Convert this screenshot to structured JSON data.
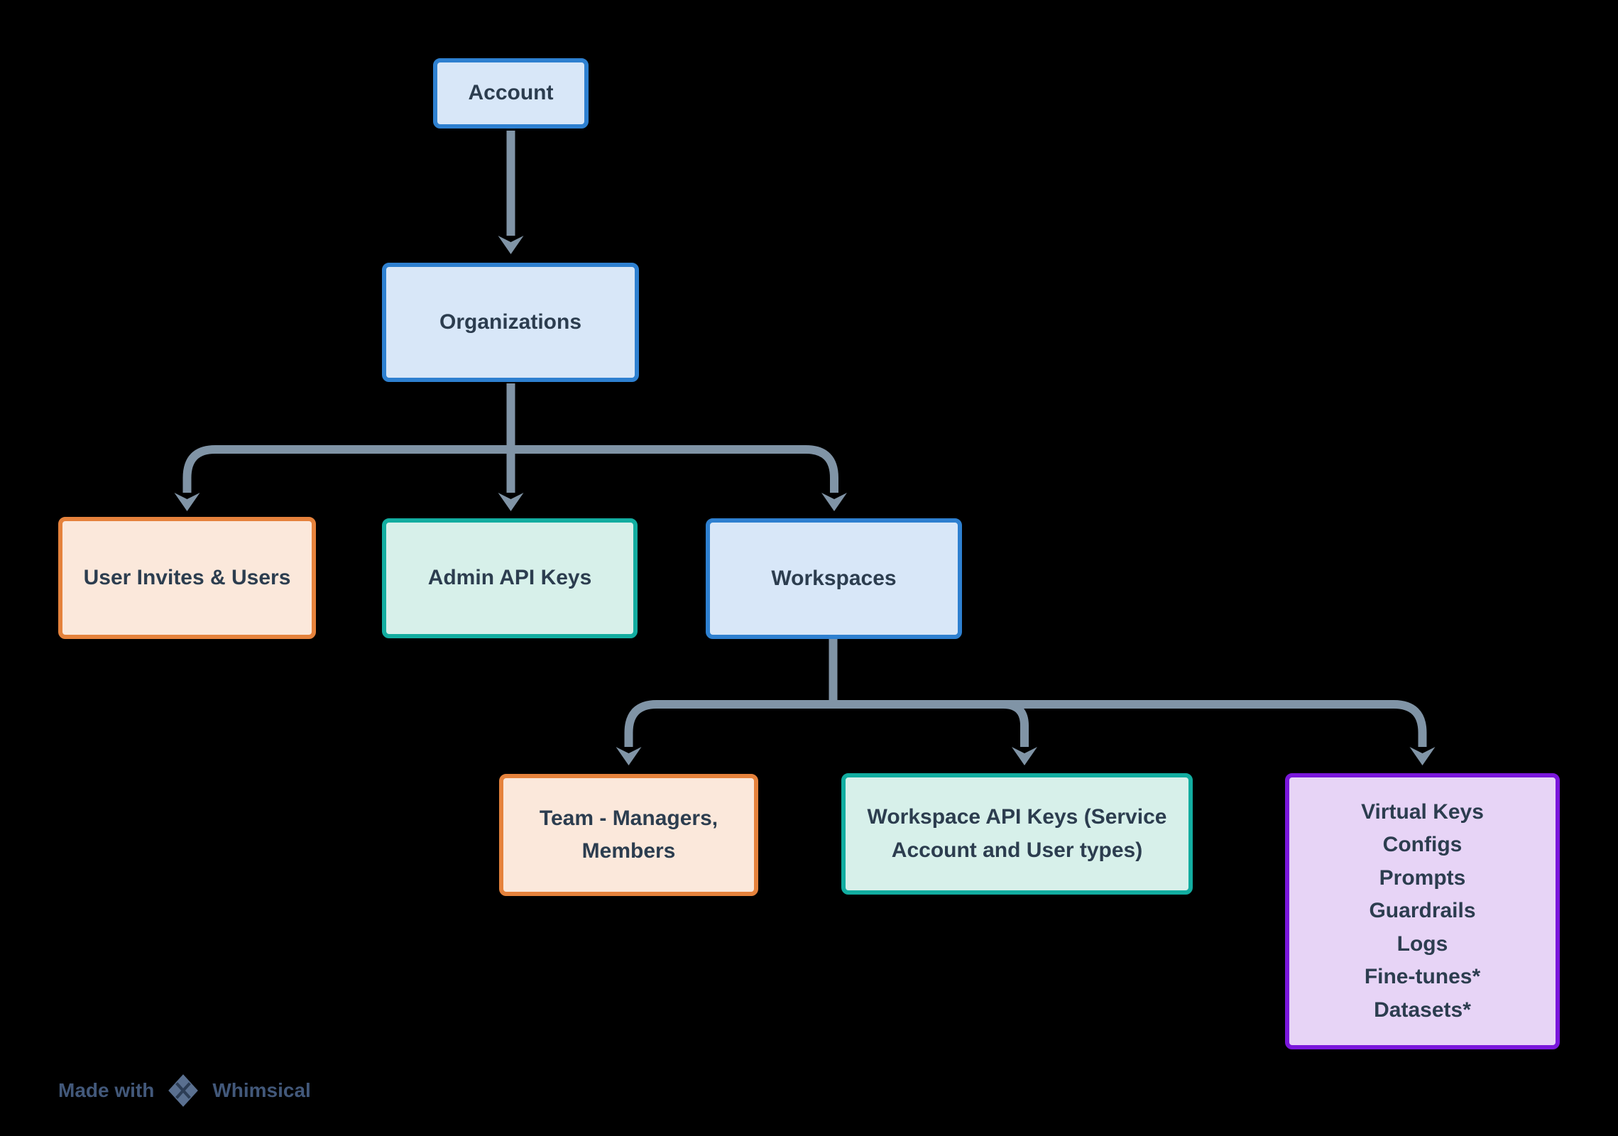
{
  "title": "Account hierarchy diagram",
  "colors": {
    "bg": "#000000",
    "text": "#2c3d4f",
    "blue_border": "#2e80d0",
    "blue_fill": "#d8e7f8",
    "orange_border": "#e5823c",
    "orange_fill": "#fbe8db",
    "teal_border": "#12ada0",
    "teal_fill": "#d7f0ea",
    "purple_border": "#7a17db",
    "purple_fill": "#e7d4f6",
    "connector": "#8094a6",
    "watermark": "#42587a",
    "watermark_logo": "#5a7090"
  },
  "nodes": {
    "account": {
      "label": "Account",
      "style": "blue"
    },
    "organizations": {
      "label": "Organizations",
      "style": "blue"
    },
    "user_invites": {
      "label": "User Invites & Users",
      "style": "orange"
    },
    "admin_api_keys": {
      "label": "Admin API Keys",
      "style": "teal"
    },
    "workspaces": {
      "label": "Workspaces",
      "style": "blue"
    },
    "team": {
      "label": "Team - Managers, Members",
      "style": "orange"
    },
    "workspace_api_keys": {
      "label": "Workspace API Keys (Service Account and User types)",
      "style": "teal"
    },
    "virtual_keys": {
      "style": "purple",
      "lines": [
        "Virtual Keys",
        "Configs",
        "Prompts",
        "Guardrails",
        "Logs",
        "Fine-tunes*",
        "Datasets*"
      ]
    }
  },
  "edges": [
    {
      "from": "Account",
      "to": "Organizations"
    },
    {
      "from": "Organizations",
      "to": "User Invites & Users"
    },
    {
      "from": "Organizations",
      "to": "Admin API Keys"
    },
    {
      "from": "Organizations",
      "to": "Workspaces"
    },
    {
      "from": "Workspaces",
      "to": "Team - Managers, Members"
    },
    {
      "from": "Workspaces",
      "to": "Workspace API Keys (Service Account and User types)"
    },
    {
      "from": "Workspaces",
      "to": "Virtual Keys / Configs / Prompts / Guardrails / Logs / Fine-tunes* / Datasets*"
    }
  ],
  "watermark": {
    "prefix": "Made with",
    "brand": "Whimsical"
  }
}
